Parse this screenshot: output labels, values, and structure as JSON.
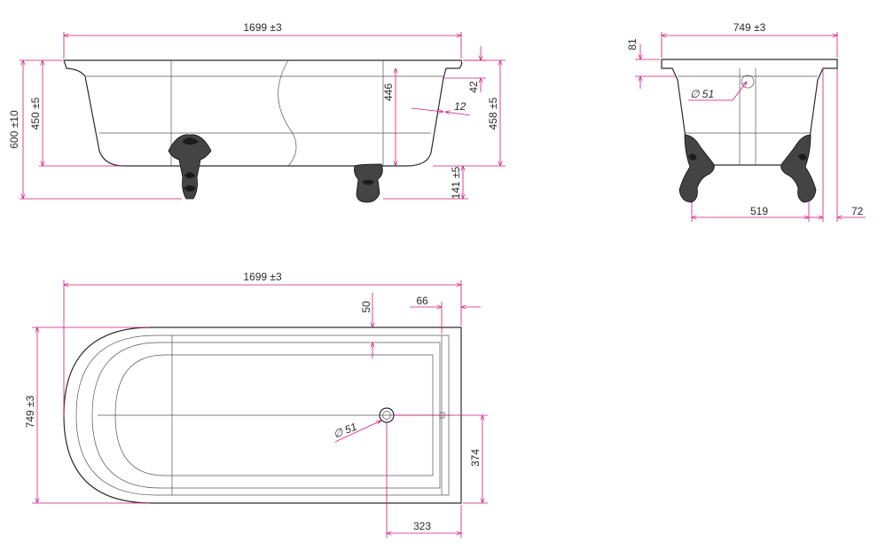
{
  "colors": {
    "outline": "#2b2b2b",
    "dimension_line": "#d0177a",
    "text": "#2b2b2b"
  },
  "side_view": {
    "length": "1699 ±3",
    "total_height": "600 ±10",
    "body_height": "450 ±5",
    "inner_depth": "446",
    "rim_drop": "42",
    "slope": "12",
    "rim_height": "458 ±5",
    "feet_height": "141 ±5"
  },
  "end_view": {
    "width": "749 ±3",
    "rim_thickness": "81",
    "waste": "∅ 51",
    "feet_span": "519",
    "rim_overhang": "72"
  },
  "plan_view": {
    "length": "1699 ±3",
    "width": "749 ±3",
    "rim_width": "50",
    "end_rim": "66",
    "waste": "∅ 51",
    "waste_from_side": "374",
    "waste_from_end": "323"
  }
}
